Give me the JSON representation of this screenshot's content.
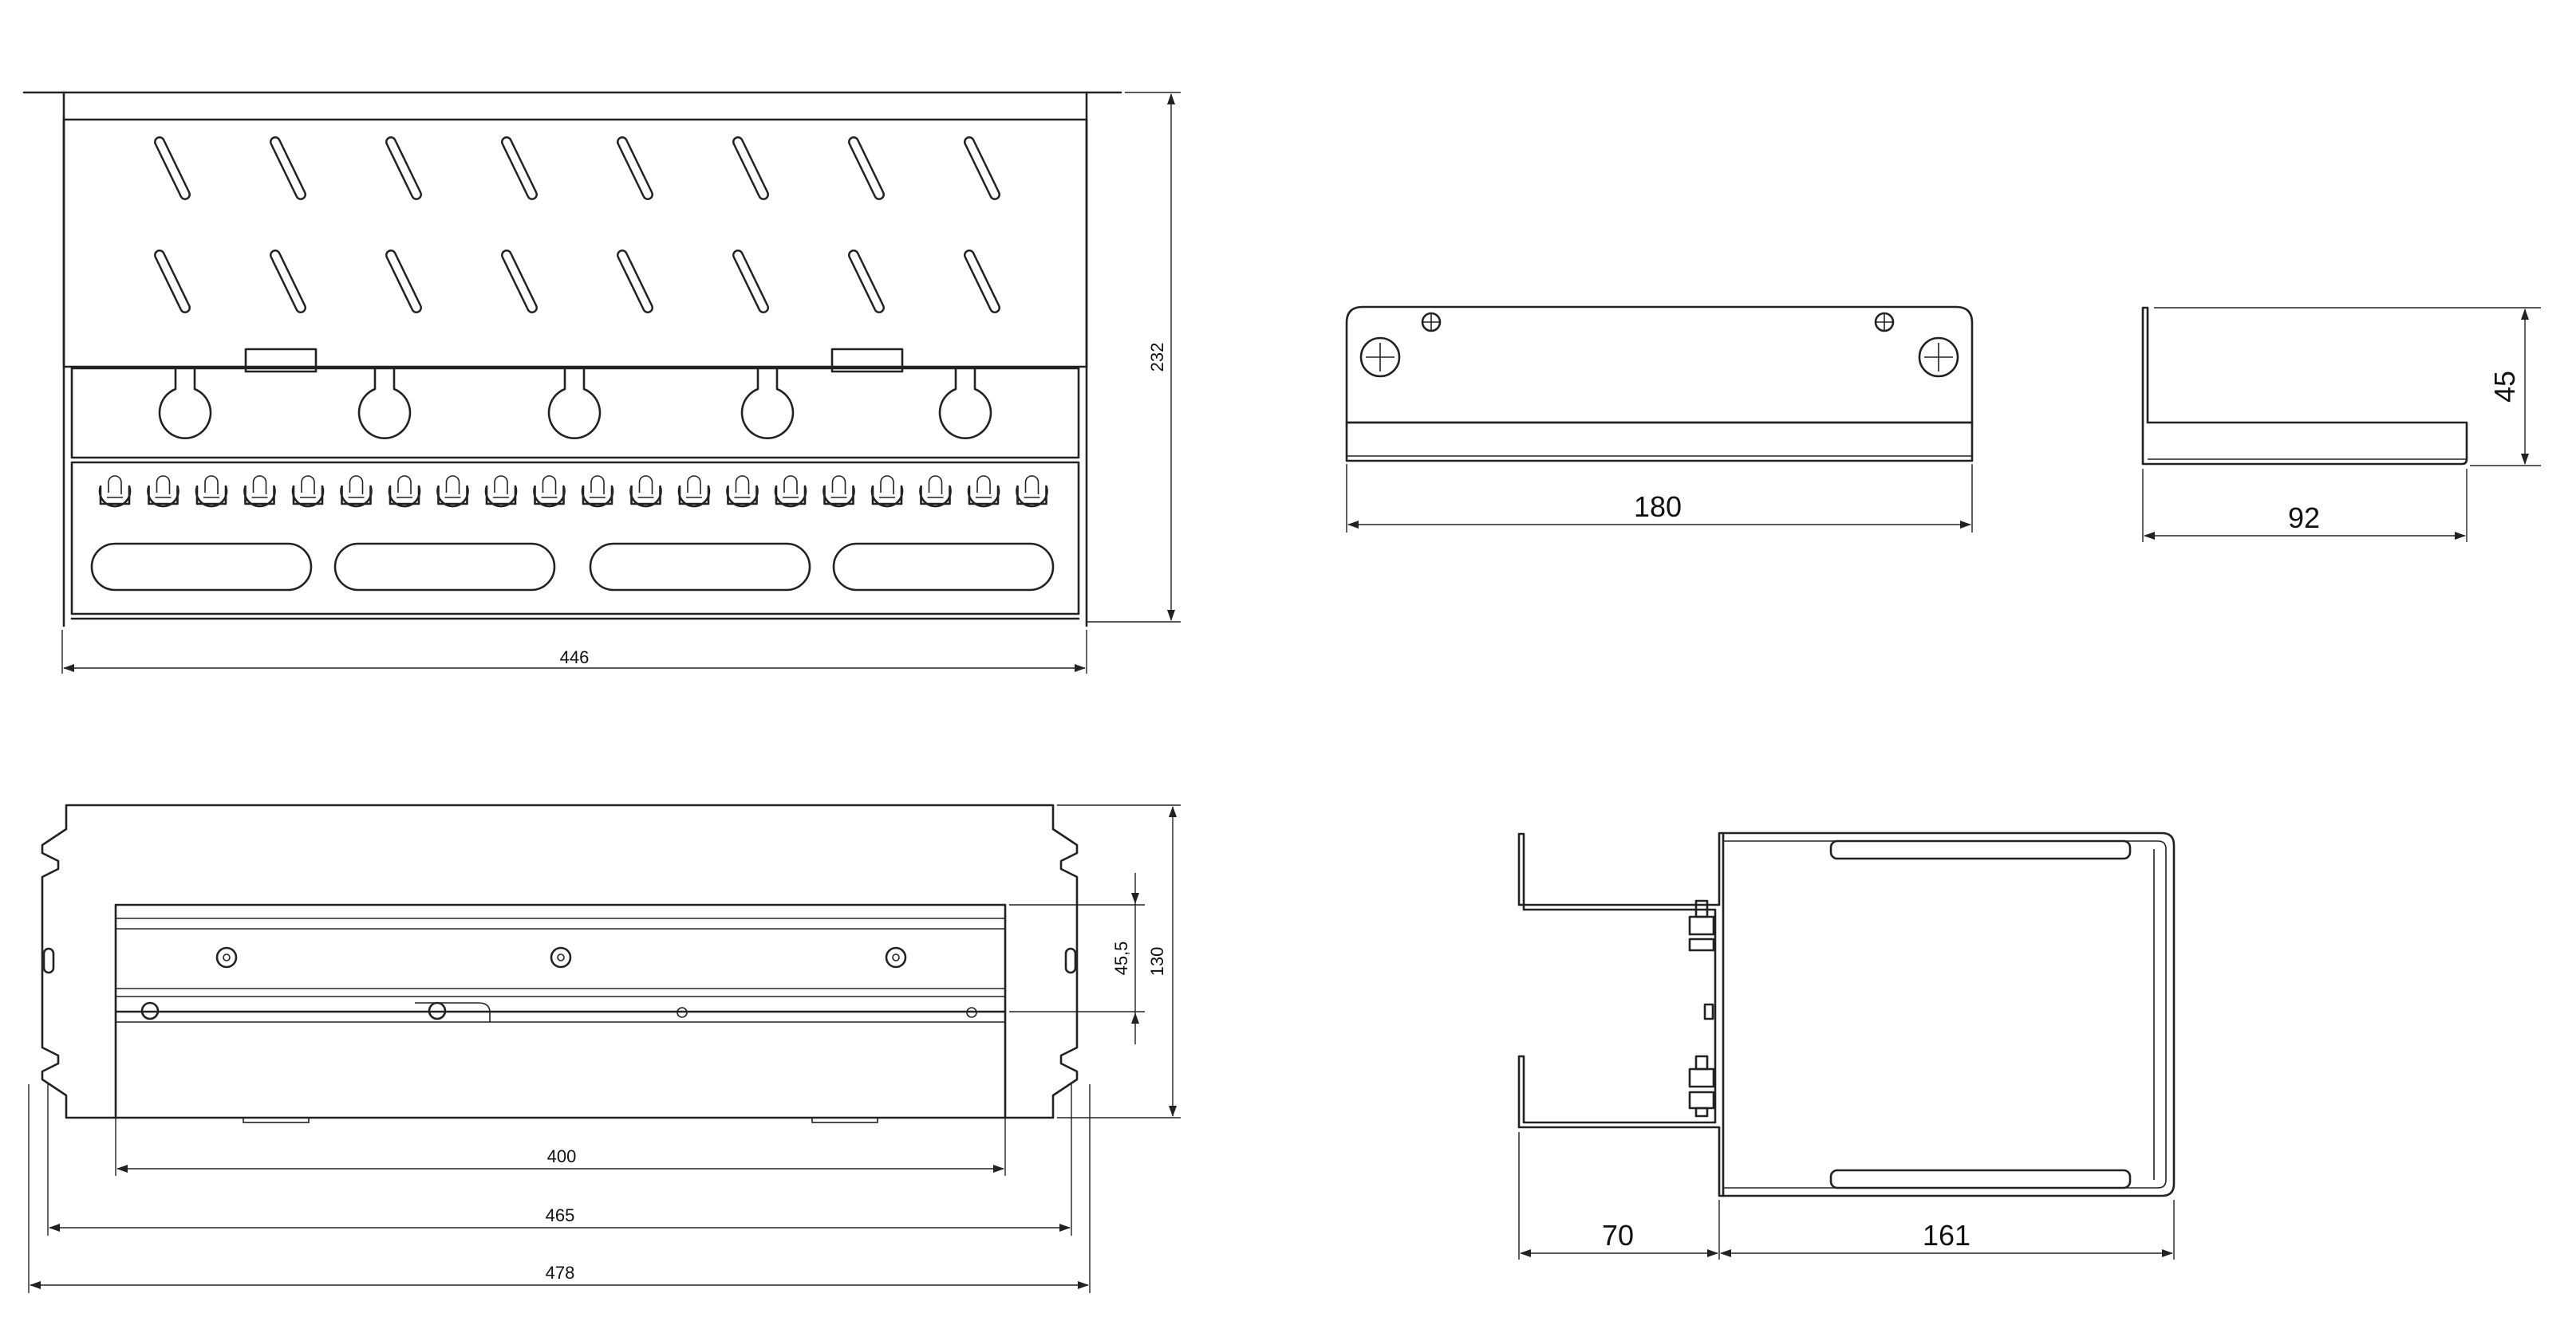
{
  "view_top_left": {
    "dim_width": "446",
    "dim_height": "232"
  },
  "view_bracket_front": {
    "dim_width": "180"
  },
  "view_bracket_side": {
    "dim_width": "92",
    "dim_height": "45"
  },
  "view_front_panel": {
    "dim_rail": "400",
    "dim_mount": "465",
    "dim_total": "478",
    "dim_rail_height": "45,5",
    "dim_height": "130"
  },
  "view_side": {
    "dim_offset": "70",
    "dim_depth": "161"
  }
}
